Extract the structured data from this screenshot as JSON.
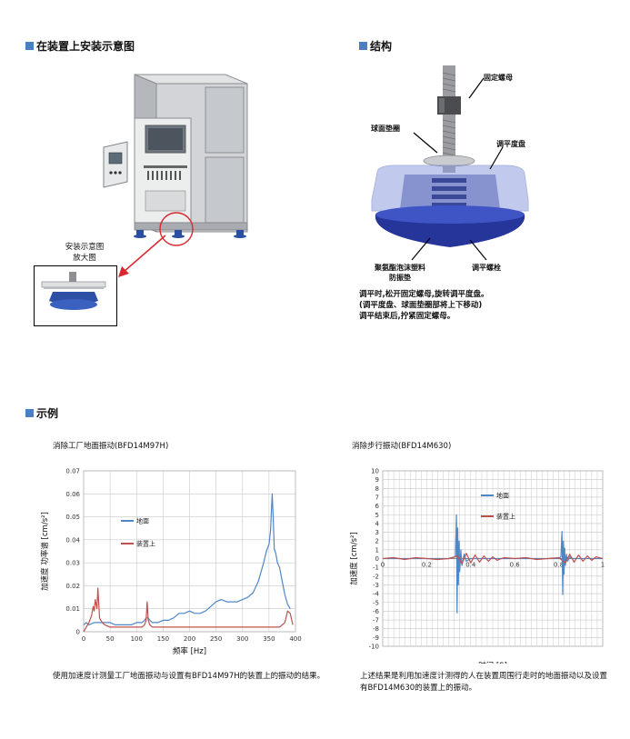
{
  "sections": {
    "install": {
      "title": "在装置上安装示意图",
      "zoom_label_1": "安装示意图",
      "zoom_label_2": "放大图"
    },
    "structure": {
      "title": "结构",
      "callouts": {
        "nut": "固定螺母",
        "washer": "球面垫圈",
        "plate": "调平度盘",
        "pad_1": "聚氨酯泡沫塑料",
        "pad_2": "防振垫",
        "bolt": "调平螺栓"
      },
      "notes": [
        "调平时,松开固定螺母,旋转调平度盘。",
        "(调平度盘、球面垫圈部将上下移动)",
        "调平结束后,拧紧固定螺母。"
      ]
    },
    "example": {
      "title": "示例"
    }
  },
  "colors": {
    "accent": "#4a7fc1",
    "ground": "#4f86c6",
    "device": "#c0504d",
    "grid": "#c8c8c8"
  },
  "chart_data": [
    {
      "type": "line",
      "title": "消除工厂地面振动(BFD14M97H)",
      "xlabel": "频率 [Hz]",
      "ylabel": "加速度 功率谱 [cm/s²]",
      "xlim": [
        0,
        400
      ],
      "ylim": [
        0,
        0.07
      ],
      "xticks": [
        0,
        50,
        100,
        150,
        200,
        250,
        300,
        350,
        400
      ],
      "yticks": [
        0,
        0.01,
        0.02,
        0.03,
        0.04,
        0.05,
        0.06,
        0.07
      ],
      "ytick_labels": [
        "0",
        "0.01",
        "0.02",
        "0.03",
        "0.04",
        "0.05",
        "0.06",
        "0.07"
      ],
      "grid": true,
      "legend_position": "upper-left",
      "caption": "使用加速度计测量工厂地面振动与设置有BFD14M97H的装置上的振动的结果。",
      "series": [
        {
          "name": "地面",
          "color": "#4f86c6",
          "x": [
            0,
            5,
            10,
            20,
            30,
            40,
            50,
            60,
            70,
            80,
            90,
            100,
            110,
            115,
            118,
            120,
            122,
            125,
            130,
            140,
            150,
            160,
            170,
            180,
            190,
            200,
            210,
            220,
            230,
            240,
            250,
            260,
            270,
            280,
            290,
            300,
            310,
            320,
            330,
            340,
            345,
            350,
            353,
            356,
            358,
            360,
            363,
            366,
            370,
            375,
            380,
            385,
            390
          ],
          "y": [
            0.003,
            0.004,
            0.003,
            0.004,
            0.004,
            0.004,
            0.004,
            0.003,
            0.003,
            0.003,
            0.003,
            0.004,
            0.004,
            0.005,
            0.006,
            0.006,
            0.006,
            0.005,
            0.004,
            0.004,
            0.005,
            0.005,
            0.006,
            0.008,
            0.008,
            0.009,
            0.008,
            0.008,
            0.009,
            0.011,
            0.013,
            0.014,
            0.013,
            0.013,
            0.013,
            0.014,
            0.015,
            0.017,
            0.022,
            0.03,
            0.035,
            0.038,
            0.044,
            0.06,
            0.05,
            0.036,
            0.034,
            0.03,
            0.028,
            0.022,
            0.016,
            0.012,
            0.01
          ]
        },
        {
          "name": "装置上",
          "color": "#c0504d",
          "x": [
            0,
            5,
            10,
            15,
            18,
            20,
            22,
            25,
            27,
            30,
            35,
            40,
            50,
            60,
            70,
            80,
            90,
            100,
            110,
            115,
            118,
            120,
            122,
            125,
            130,
            150,
            200,
            250,
            300,
            320,
            330,
            340,
            350,
            360,
            370,
            375,
            380,
            385,
            390,
            395
          ],
          "y": [
            0.0,
            0.002,
            0.004,
            0.007,
            0.011,
            0.009,
            0.014,
            0.01,
            0.019,
            0.006,
            0.004,
            0.003,
            0.002,
            0.002,
            0.002,
            0.002,
            0.002,
            0.002,
            0.002,
            0.003,
            0.005,
            0.013,
            0.005,
            0.003,
            0.002,
            0.002,
            0.002,
            0.002,
            0.002,
            0.002,
            0.002,
            0.002,
            0.002,
            0.002,
            0.002,
            0.003,
            0.004,
            0.009,
            0.008,
            0.003
          ]
        }
      ]
    },
    {
      "type": "line",
      "title": "消除步行振动(BFD14M630)",
      "xlabel": "时间 [S]",
      "ylabel": "加速度 [cm/s²]",
      "xlim": [
        0,
        1
      ],
      "ylim": [
        -10,
        10
      ],
      "xticks": [
        0,
        0.2,
        0.4,
        0.6,
        0.8,
        1
      ],
      "xtick_labels": [
        "0",
        "0.2",
        "0.4",
        "0.6",
        "0.8",
        "1"
      ],
      "yticks": [
        -10,
        -9,
        -8,
        -7,
        -6,
        -5,
        -4,
        -3,
        -2,
        -1,
        0,
        1,
        2,
        3,
        4,
        5,
        6,
        7,
        8,
        9,
        10
      ],
      "grid": true,
      "legend_position": "upper-center",
      "caption": "上述结果是利用加速度计测得的人在装置周围行走时的地面振动以及设置有BFD14M630的装置上的振动。",
      "series": [
        {
          "name": "地面",
          "color": "#4f86c6",
          "x": [
            0,
            0.1,
            0.2,
            0.3,
            0.33,
            0.335,
            0.338,
            0.341,
            0.344,
            0.347,
            0.35,
            0.355,
            0.36,
            0.37,
            0.38,
            0.4,
            0.5,
            0.6,
            0.7,
            0.8,
            0.81,
            0.815,
            0.818,
            0.821,
            0.824,
            0.827,
            0.83,
            0.835,
            0.84,
            0.85,
            0.86,
            0.9,
            1.0
          ],
          "y": [
            0,
            0,
            0,
            0,
            0.2,
            5.0,
            -6.2,
            3.5,
            -3.0,
            2.0,
            -1.5,
            1.0,
            -0.8,
            0.5,
            -0.3,
            0,
            0,
            0,
            0,
            0,
            0.2,
            3.1,
            -4.1,
            2.0,
            -1.8,
            1.2,
            -0.8,
            0.5,
            -0.3,
            0.2,
            0,
            0,
            0
          ]
        },
        {
          "name": "装置上",
          "color": "#c0504d",
          "x": [
            0,
            0.05,
            0.1,
            0.15,
            0.2,
            0.25,
            0.3,
            0.34,
            0.36,
            0.38,
            0.4,
            0.42,
            0.44,
            0.46,
            0.48,
            0.5,
            0.52,
            0.55,
            0.6,
            0.65,
            0.7,
            0.75,
            0.8,
            0.83,
            0.85,
            0.87,
            0.89,
            0.91,
            0.93,
            0.95,
            0.97,
            1.0
          ],
          "y": [
            0,
            0.1,
            -0.1,
            0.1,
            0,
            -0.1,
            0,
            0.3,
            -0.6,
            0.6,
            -0.5,
            0.4,
            -0.4,
            0.3,
            -0.3,
            0.2,
            -0.2,
            0.1,
            0,
            0.1,
            -0.1,
            0,
            0.1,
            -0.5,
            0.5,
            -0.4,
            0.4,
            -0.3,
            0.3,
            -0.2,
            0.2,
            0
          ]
        }
      ]
    }
  ]
}
